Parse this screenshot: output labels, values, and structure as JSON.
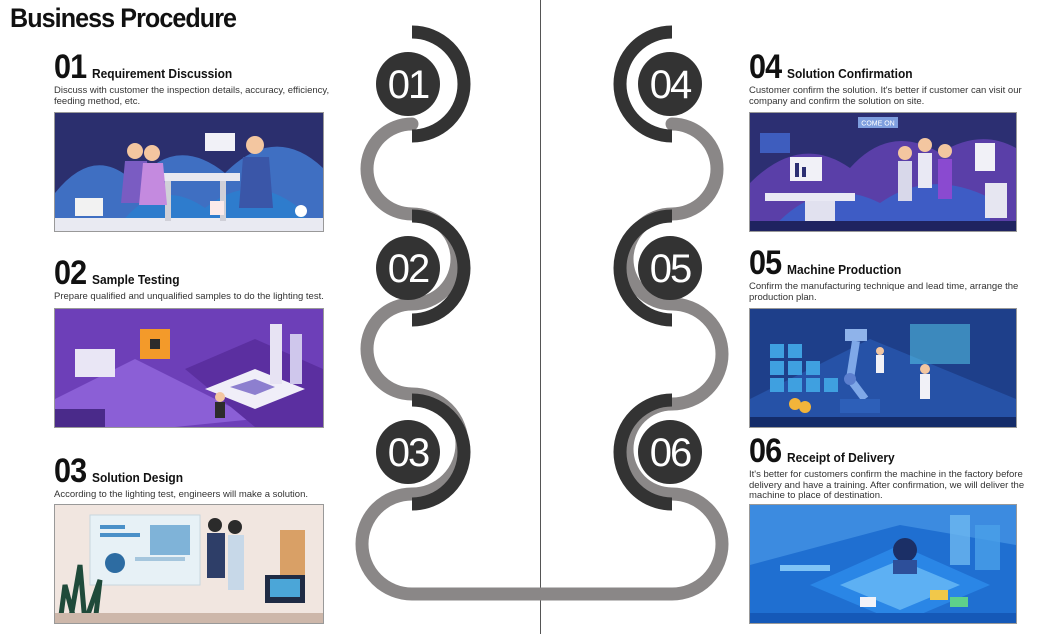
{
  "title": "Business Procedure",
  "steps": [
    {
      "num": "01",
      "label": "01",
      "title": "Requirement Discussion",
      "desc": "Discuss with customer the inspection details, accuracy, efficiency, feeding method, etc.",
      "illustration": "meeting-illustration"
    },
    {
      "num": "02",
      "label": "02",
      "title": "Sample Testing",
      "desc": "Prepare qualified and unqualified samples to do the lighting test.",
      "illustration": "testing-illustration"
    },
    {
      "num": "03",
      "label": "03",
      "title": "Solution Design",
      "desc": "According to the lighting test, engineers will make a solution.",
      "illustration": "design-illustration"
    },
    {
      "num": "04",
      "label": "04",
      "title": "Solution Confirmation",
      "desc": "Customer confirm the solution. It's better if customer can visit our company and confirm the solution on site.",
      "illustration": "confirmation-illustration",
      "sign": "COME ON"
    },
    {
      "num": "05",
      "label": "05",
      "title": "Machine Production",
      "desc": "Confirm the manufacturing technique and lead time, arrange the production plan.",
      "illustration": "production-illustration"
    },
    {
      "num": "06",
      "label": "06",
      "title": "Receipt of Delivery",
      "desc": "It's better for customers confirm the machine in the factory before delivery and have a training. After confirmation, we will deliver the machine to place of destination.",
      "illustration": "delivery-illustration"
    }
  ],
  "colors": {
    "dark": "#333333",
    "track": "#8a8787",
    "night_blue": "#2b2f6e",
    "purple": "#6d3fb8",
    "deep_blue": "#1e3f8a",
    "bright_blue": "#1f6fd1"
  }
}
